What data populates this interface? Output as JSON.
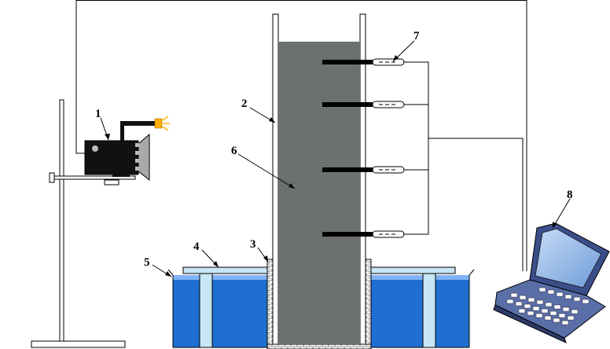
{
  "labels": {
    "l1": "1",
    "l2": "2",
    "l3": "3",
    "l4": "4",
    "l5": "5",
    "l6": "6",
    "l7": "7",
    "l8": "8"
  },
  "colors": {
    "water": "#1f6fd1",
    "water_top": "#7fb3f5",
    "soil": "#6b7070",
    "platform": "#c7e6f5",
    "camera_body": "#111111",
    "light": "#ffb000",
    "laptop": "#3a4f8a",
    "laptop_screen": "#8fb7e6"
  },
  "icons": {
    "camera": "camera-icon",
    "laptop": "laptop-icon",
    "sensor": "probe-sensor-icon"
  }
}
